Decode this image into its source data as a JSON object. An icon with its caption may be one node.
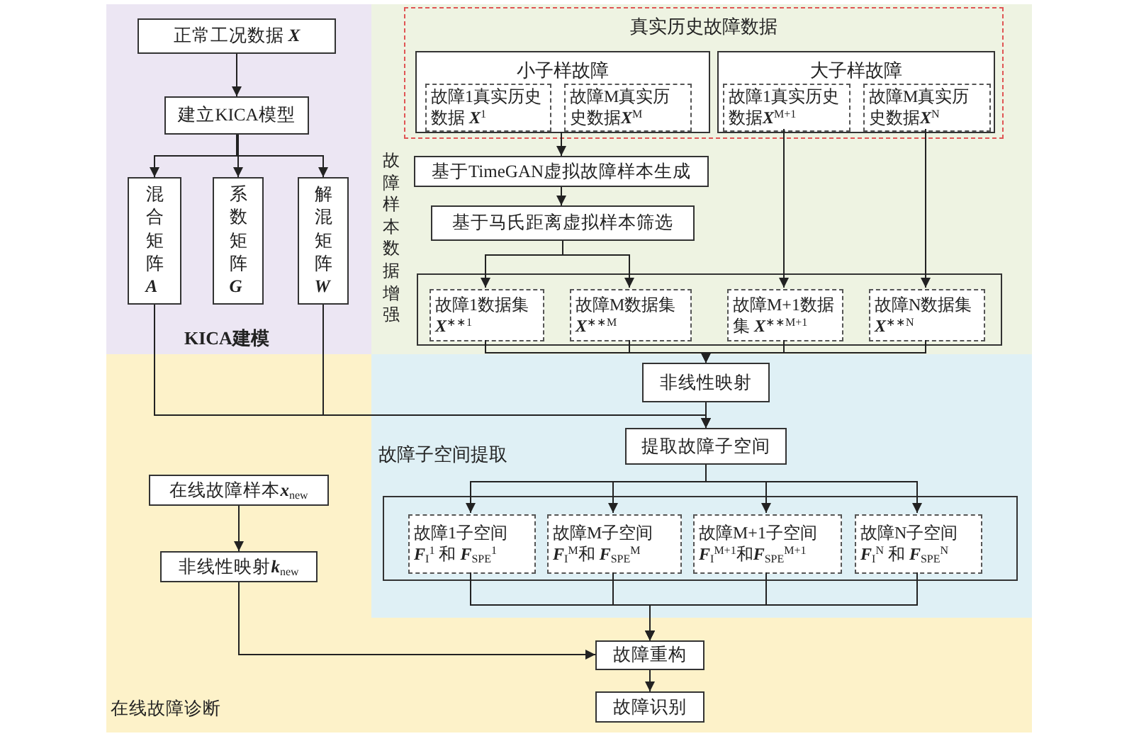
{
  "diagram": {
    "nodes": [
      {
        "text": [
          "KICA建模"
        ]
      },
      {
        "text": [
          "正常工况数据 **X**"
        ],
        "in": 0
      },
      {
        "text": [
          "建立KICA模型"
        ],
        "in": 0
      },
      {
        "text": [
          "混合矩阵**A**"
        ],
        "in": 0
      },
      {
        "text": [
          "系数矩阵**G**"
        ],
        "in": 0
      },
      {
        "text": [
          "解混矩阵**W**"
        ],
        "in": 0
      },
      {
        "text": [
          "故障样本数据增强"
        ]
      },
      {
        "text": [
          "真实历史故障数据"
        ],
        "in": 6
      },
      {
        "text": [
          "小子样故障"
        ],
        "in": 7
      },
      {
        "text": [
          "故障1真实历史数据 **X**$^{1}$"
        ],
        "in": 8
      },
      {
        "text": [
          "故障M真实历史数据**X**$^{M}$"
        ],
        "in": 8
      },
      {
        "text": [
          "大子样故障"
        ],
        "in": 7
      },
      {
        "text": [
          "故障1真实历史数据**X**$^{M+1}$"
        ],
        "in": 11
      },
      {
        "text": [
          "故障M真实历史数据**X**$^{N}$"
        ],
        "in": 11
      },
      {
        "text": [
          "基于TimeGAN虚拟故障样本生成"
        ],
        "in": 6
      },
      {
        "text": [
          "基于马氏距离虚拟样本筛选"
        ],
        "in": 6
      },
      {
        "text": [],
        "shape": "box",
        "in": 6
      },
      {
        "text": [
          "故障1数据集 **X**$^{∗∗1}$"
        ],
        "in": 16
      },
      {
        "text": [
          "故障M数据集 **X**$^{∗∗M}$"
        ],
        "in": 16
      },
      {
        "text": [
          "故障M+1数据集 **X**$^{∗∗M+1}$"
        ],
        "in": 16
      },
      {
        "text": [
          "故障N数据集 **X**$^{∗∗N}$"
        ],
        "in": 16
      },
      {
        "text": [
          "在线故障诊断"
        ]
      },
      {
        "text": [
          "故障子空间提取"
        ],
        "in": 21
      },
      {
        "text": [
          "非线性映射"
        ],
        "in": 22
      },
      {
        "text": [
          "提取故障子空间"
        ],
        "in": 22
      },
      {
        "text": [],
        "shape": "box",
        "in": 22
      },
      {
        "text": [
          "故障1子空间 **F**$_{I}$$^{1}$ 和 **F**$_{SPE}$$^{1}$"
        ],
        "in": 25
      },
      {
        "text": [
          "故障M子空间 **F**$_{I}$$^{M}$和 **F**$_{SPE}$$^{M}$"
        ],
        "in": 25
      },
      {
        "text": [
          "故障M+1子空间 **F**$_{I}$$^{M+1}$和**F**$_{SPE}$$^{M+1}$"
        ],
        "in": 25
      },
      {
        "text": [
          "故障N子空间 **F**$_{I}$$^{N}$ 和 **F**$_{SPE}$$^{N}$"
        ],
        "in": 25
      },
      {
        "text": [
          "在线故障样本**x**$_{new}$"
        ],
        "in": 21
      },
      {
        "text": [
          "非线性映射**k**$_{new}$"
        ],
        "in": 21
      },
      {
        "text": [
          "故障重构"
        ],
        "in": 21
      },
      {
        "text": [
          "故障识别"
        ],
        "in": 21
      }
    ],
    "edges": [
      {
        "from": 1,
        "to": 2,
        "arrow": "to"
      },
      {
        "from": 2,
        "to": 3,
        "arrow": "to"
      },
      {
        "from": 2,
        "to": 4,
        "arrow": "to"
      },
      {
        "from": 2,
        "to": 5,
        "arrow": "to"
      },
      {
        "from": 3,
        "to": 24,
        "arrow": "to"
      },
      {
        "from": 5,
        "to": 24,
        "arrow": "to"
      },
      {
        "from": 8,
        "to": 14,
        "arrow": "to"
      },
      {
        "from": 14,
        "to": 15,
        "arrow": "to"
      },
      {
        "from": 15,
        "to": 17,
        "arrow": "to"
      },
      {
        "from": 15,
        "to": 18,
        "arrow": "to"
      },
      {
        "from": 12,
        "to": 19,
        "arrow": "to"
      },
      {
        "from": 13,
        "to": 20,
        "arrow": "to"
      },
      {
        "from": 17,
        "to": 23,
        "arrow": "to"
      },
      {
        "from": 18,
        "to": 23,
        "arrow": "to"
      },
      {
        "from": 19,
        "to": 23,
        "arrow": "to"
      },
      {
        "from": 20,
        "to": 23,
        "arrow": "to"
      },
      {
        "from": 23,
        "to": 24,
        "arrow": "to"
      },
      {
        "from": 24,
        "to": 26,
        "arrow": "to"
      },
      {
        "from": 24,
        "to": 27,
        "arrow": "to"
      },
      {
        "from": 24,
        "to": 28,
        "arrow": "to"
      },
      {
        "from": 24,
        "to": 29,
        "arrow": "to"
      },
      {
        "from": 26,
        "to": 32,
        "arrow": "to"
      },
      {
        "from": 27,
        "to": 32,
        "arrow": "to"
      },
      {
        "from": 28,
        "to": 32,
        "arrow": "to"
      },
      {
        "from": 29,
        "to": 32,
        "arrow": "to"
      },
      {
        "from": 30,
        "to": 31,
        "arrow": "to"
      },
      {
        "from": 31,
        "to": 32,
        "arrow": "to"
      },
      {
        "from": 32,
        "to": 33,
        "arrow": "to"
      }
    ]
  }
}
